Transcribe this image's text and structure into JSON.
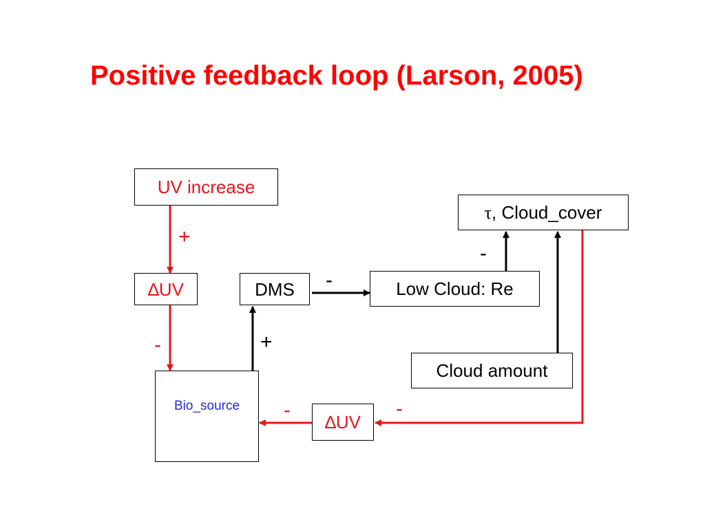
{
  "title": "Positive feedback loop (Larson, 2005)",
  "nodes": {
    "uv_increase": "UV increase",
    "delta_uv_top": "∆UV",
    "dms": "DMS",
    "low_cloud": "Low Cloud: Re",
    "tau_symbol": "τ",
    "tau_rest": ", Cloud_cover",
    "cloud_amount": "Cloud amount",
    "bio_source": "Bio_source",
    "delta_uv_bottom": "∆UV"
  },
  "signs": {
    "uv_to_delta": "+",
    "delta_to_bio": "-",
    "bio_to_dms": "+",
    "dms_to_lowcloud": "-",
    "lowcloud_to_cover": "-",
    "cover_to_delta": "-",
    "delta_to_bio_bottom": "-"
  },
  "colors": {
    "title": "#ff0000",
    "red_arrow": "#e8141b",
    "black_arrow": "#000000",
    "bio_text": "#1f2bd9"
  }
}
